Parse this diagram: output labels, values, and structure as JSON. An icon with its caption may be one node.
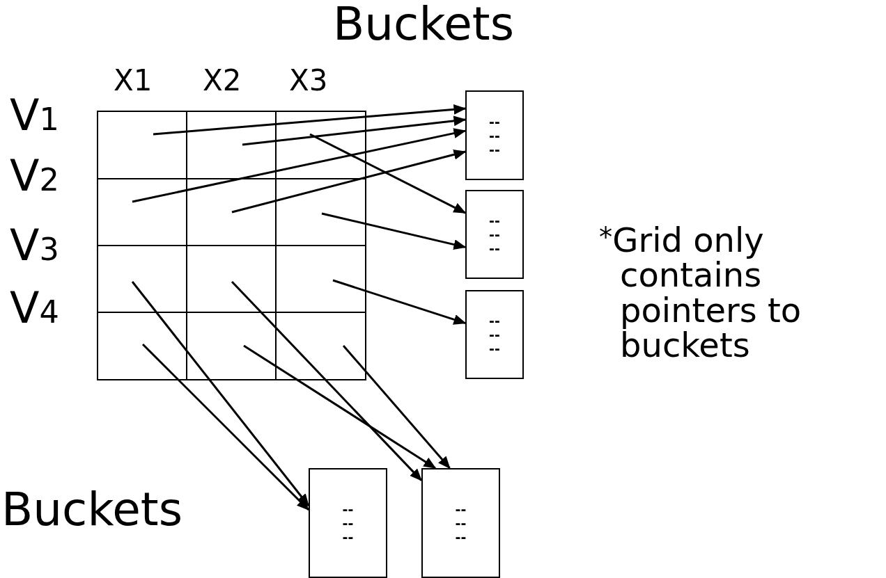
{
  "diagram": {
    "nodes": [
      {
        "text": [],
        "shape": "box"
      },
      {
        "text": [
          "-- -- --"
        ]
      },
      {
        "text": [
          "-- -- --"
        ]
      },
      {
        "text": [
          "-- -- --"
        ]
      },
      {
        "text": [
          "-- -- --"
        ]
      },
      {
        "text": [
          "-- -- --"
        ]
      }
    ],
    "edges": [
      {
        "from": 0,
        "to": 1,
        "arrow": "to"
      },
      {
        "from": 0,
        "to": 1,
        "arrow": "to"
      },
      {
        "from": 0,
        "to": 1,
        "arrow": "to"
      },
      {
        "from": 0,
        "to": 1,
        "arrow": "to"
      },
      {
        "from": 0,
        "to": 2,
        "arrow": "to"
      },
      {
        "from": 0,
        "to": 2,
        "arrow": "to"
      },
      {
        "from": 0,
        "to": 3,
        "arrow": "to"
      },
      {
        "from": 0,
        "to": 4,
        "arrow": "to"
      },
      {
        "from": 0,
        "to": 4,
        "arrow": "to"
      },
      {
        "from": 0,
        "to": 5,
        "arrow": "to"
      },
      {
        "from": 0,
        "to": 5,
        "arrow": "to"
      },
      {
        "from": 0,
        "to": 5,
        "arrow": "to"
      }
    ],
    "labels": [
      "Buckets",
      "X1",
      "X2",
      "X3",
      "V$_{1}$",
      "V$_{2}$",
      "V$_{3}$",
      "V$_{4}$",
      "$^{*}$Grid only contains pointers to buckets",
      "Buckets"
    ]
  }
}
